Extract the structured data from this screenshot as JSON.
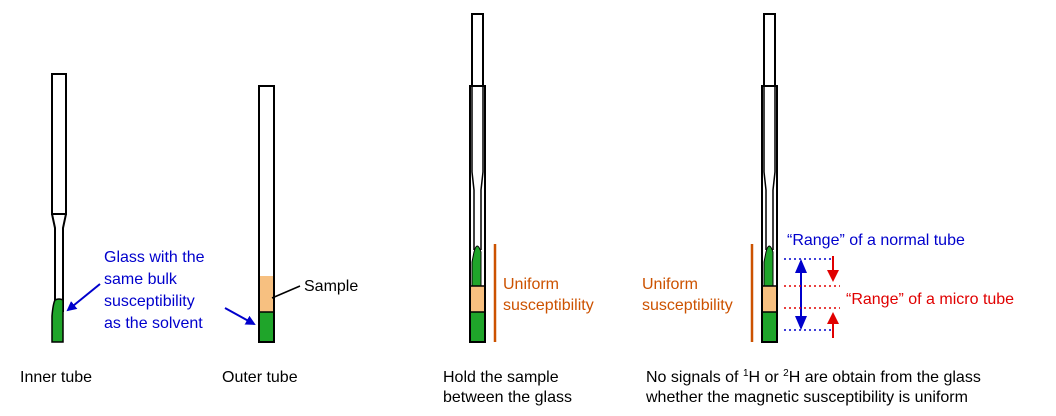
{
  "colors": {
    "glass_green": "#1fa52a",
    "sample_orange": "#f7c080",
    "blue_text": "#0000cc",
    "orange_text": "#cc5200",
    "red_text": "#e00000"
  },
  "panel1": {
    "glass_label": [
      "Glass with the",
      "same bulk",
      "susceptibility",
      "as the solvent"
    ],
    "caption": "Inner tube"
  },
  "panel2": {
    "sample_label": "Sample",
    "caption": "Outer tube"
  },
  "panel3": {
    "uniform_label": [
      "Uniform",
      "susceptibility"
    ],
    "caption": [
      "Hold the sample",
      "between  the glass"
    ]
  },
  "panel4": {
    "uniform_label": [
      "Uniform",
      "susceptibility"
    ],
    "range_normal": "“Range” of a normal tube",
    "range_micro": "“Range” of a micro tube",
    "caption_line1": {
      "a": "No signals  of ",
      "sup1": "1",
      "b": "H or ",
      "sup2": "2",
      "c": "H are obtain from the glass"
    },
    "caption_line2": "whether the magnetic susceptibility is uniform"
  }
}
